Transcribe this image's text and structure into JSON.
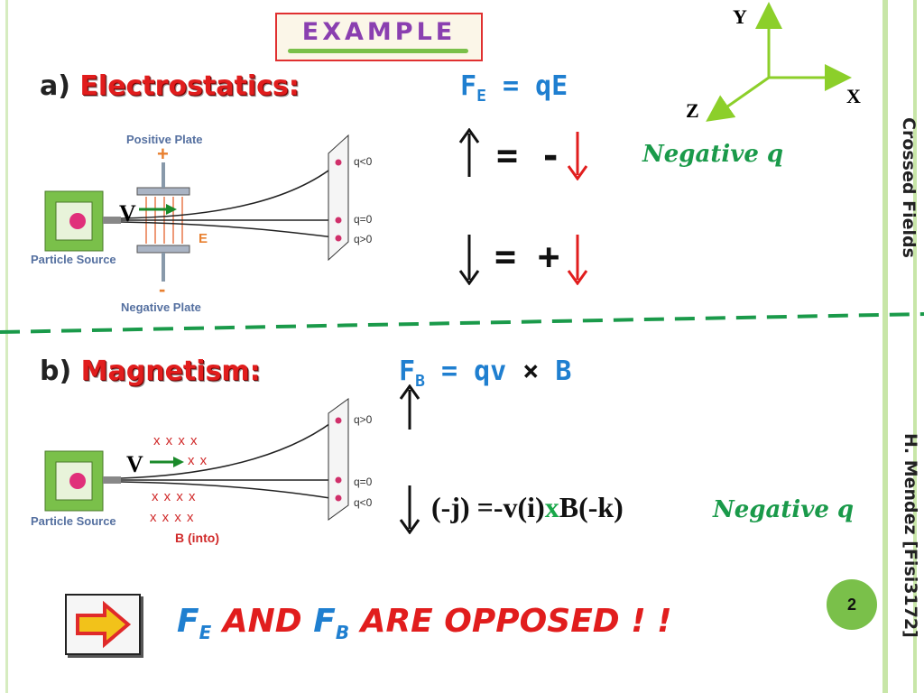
{
  "example_badge": {
    "text": "EXAMPLE"
  },
  "sidebar": {
    "topic": "Crossed Fields",
    "author": "H. Mendez [Fisi3172]"
  },
  "page_number": "2",
  "axes": {
    "y": "Y",
    "x": "X",
    "z": "Z"
  },
  "part_a": {
    "letter": "a)",
    "title": "Electrostatics:",
    "formula": {
      "main": "F",
      "sub": "E",
      "rest": " = qE"
    },
    "eq1": "= -",
    "eq2": "= +",
    "negative_q": "Negative  q",
    "diagram": {
      "positive_plate": "Positive Plate",
      "plus": "+",
      "minus": "-",
      "negative_plate": "Negative Plate",
      "particle_source": "Particle Source",
      "v": "V",
      "e": "E",
      "q_top": "q<0",
      "q_mid": "q=0",
      "q_bot": "q>0"
    }
  },
  "part_b": {
    "letter": "b)",
    "title": "Magnetism:",
    "formula": {
      "main": "F",
      "sub": "B",
      "rest": " = qv ",
      "cross": "×",
      "tail": " B"
    },
    "eq_left": "(-j) =-v(i)",
    "eq_x": "x",
    "eq_right": "B(-k)",
    "negative_q": "Negative  q",
    "diagram": {
      "particle_source": "Particle Source",
      "v": "V",
      "b_label": "B (into)",
      "x_row": "x x x x",
      "x_row_short": "x x",
      "q_top": "q>0",
      "q_mid": "q=0",
      "q_bot": "q<0"
    }
  },
  "conclusion": {
    "fe": "F",
    "fe_sub": "E",
    "and": " AND ",
    "fb": "F",
    "fb_sub": "B",
    "rest": " ARE OPPOSED ! !"
  },
  "colors": {
    "accent_red": "#e11d1d",
    "accent_blue": "#1f7fd0",
    "accent_green": "#1a9a4a",
    "sidebar_green": "#c8e6a8"
  }
}
